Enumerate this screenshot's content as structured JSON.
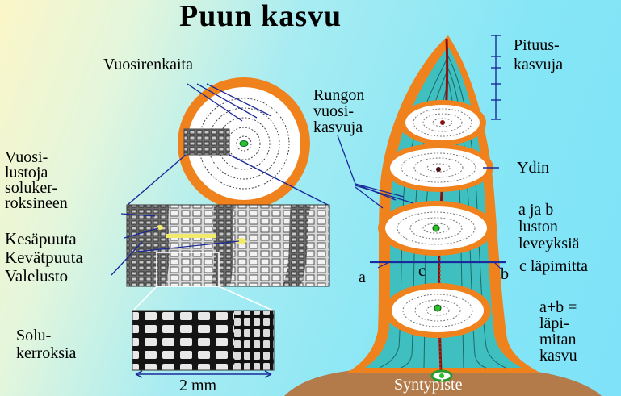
{
  "title": "Puun kasvu",
  "labels": {
    "vuosirenkaita": "Vuosirenkaita",
    "vuosilustoja": "Vuosi-\nlustoja\nsoluker-\nroksineen",
    "kesapuuta": "Kesäpuuta",
    "kevatpuuta": "Kevätpuuta",
    "valelusto": "Valelusto",
    "solukerroksia": "Solu-\nkerroksia",
    "scale": "2 mm",
    "pituuskasvuja": "Pituus-\nkasvuja",
    "rungon_vuosikasvuja": "Rungon\nvuosi-\nkasvuja",
    "ydin": "Ydin",
    "luston_leveyksia": "a ja b\nluston\nleveyksiä",
    "lapimitta": "c läpimitta",
    "marker_a": "a",
    "marker_b": "b",
    "marker_c": "c",
    "lapimitan_kasvu": "a+b =\nläpi-\nmitan\nkasvu",
    "syntypiste": "Syntypiste"
  },
  "colors": {
    "bark": "#f0821e",
    "wood": "#3fbfbf",
    "pith": "#8b1010",
    "ground": "#b37a4a",
    "callout": "#1a2a9a"
  }
}
